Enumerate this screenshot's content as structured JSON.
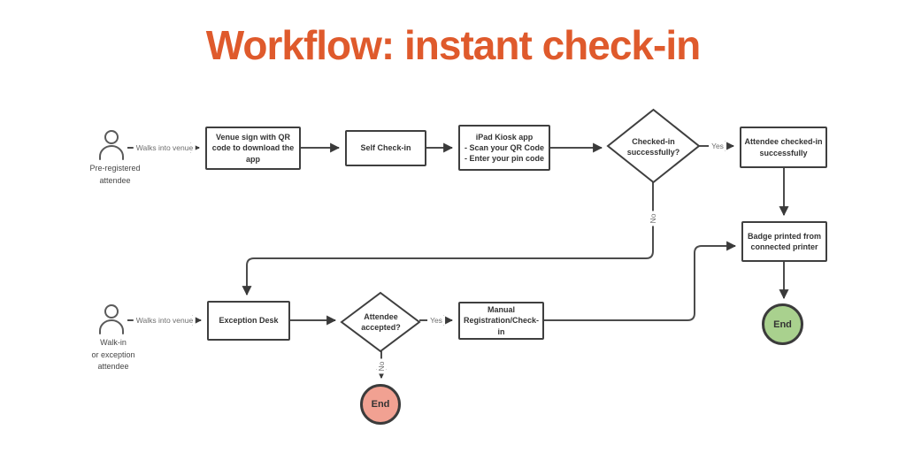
{
  "title": "Workflow: instant check-in",
  "colors": {
    "title_orange": "#DF5A2C",
    "connector_gray": "#4C4C4C",
    "node_border": "#3F3F3F",
    "end_green": "#A9D18E",
    "end_red": "#F1A192"
  },
  "actors": {
    "pre_registered": "Pre-registered\nattendee",
    "walk_in": "Walk-in\nor exception\nattendee"
  },
  "edge_labels": {
    "walks_into_venue": "Walks into venue",
    "yes": "Yes",
    "no": "No"
  },
  "nodes": {
    "venue_sign": "Venue sign with QR\ncode to download the\napp",
    "self_checkin": "Self Check-in",
    "ipad_kiosk": "iPad Kiosk app\n- Scan your QR Code\n- Enter your pin code",
    "decision_checked_in": "Checked-in\nsuccessfully?",
    "attendee_checked_in": "Attendee checked-in\nsuccessfully",
    "badge_printed": "Badge printed from\nconnected printer",
    "exception_desk": "Exception Desk",
    "decision_accepted": "Attendee\naccepted?",
    "manual_registration": "Manual\nRegistration/Check-in",
    "end": "End"
  }
}
